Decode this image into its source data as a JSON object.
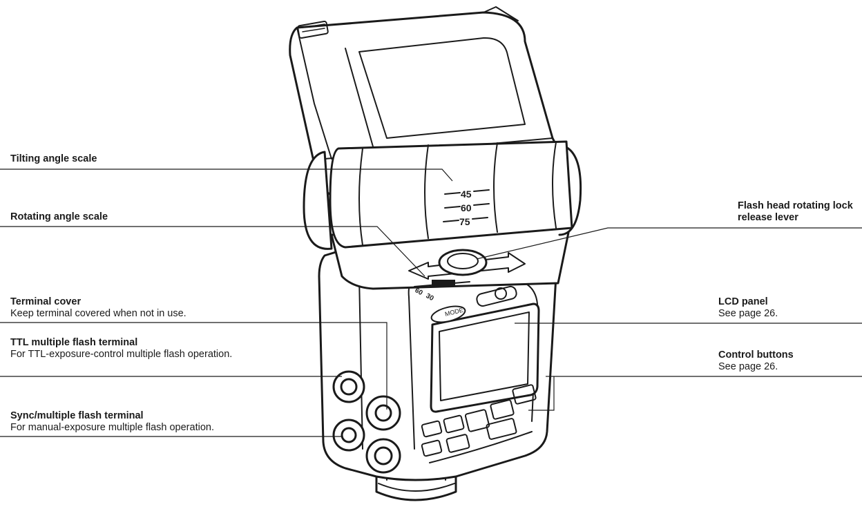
{
  "diagram": {
    "scale_labels": [
      "45",
      "60",
      "75"
    ],
    "rotate_marks": [
      "60",
      "30"
    ],
    "callouts": [
      {
        "id": "tilting-angle-scale",
        "title": "Tilting angle scale",
        "desc": ""
      },
      {
        "id": "rotating-angle-scale",
        "title": "Rotating angle scale",
        "desc": ""
      },
      {
        "id": "terminal-cover",
        "title": "Terminal cover",
        "desc": "Keep terminal covered when not in use."
      },
      {
        "id": "ttl-multiple-flash-terminal",
        "title": "TTL multiple flash terminal",
        "desc": "For TTL-exposure-control multiple flash operation."
      },
      {
        "id": "sync-multiple-flash-terminal",
        "title": "Sync/multiple flash terminal",
        "desc": "For manual-exposure multiple flash operation."
      },
      {
        "id": "flash-head-lock-release-lever",
        "title": "Flash head rotating lock release lever",
        "desc": ""
      },
      {
        "id": "lcd-panel",
        "title": "LCD panel",
        "desc": "See page 26."
      },
      {
        "id": "control-buttons",
        "title": "Control buttons",
        "desc": "See page 26."
      }
    ]
  }
}
